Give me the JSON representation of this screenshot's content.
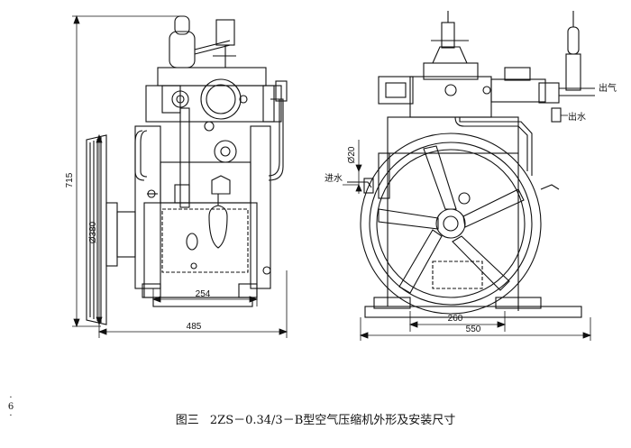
{
  "dimensions": {
    "front_height": "715",
    "front_pulley_dia": "Ø380",
    "front_base_width": "254",
    "front_total_width": "485",
    "side_pipe_dia": "Ø20",
    "side_base_width": "260",
    "side_total_width": "550"
  },
  "labels": {
    "air_out": "出气",
    "water_out": "出水",
    "water_in": "进水"
  },
  "caption": {
    "figure_no": "图三",
    "text": "2ZS－0.34/3－B型空气压缩机外形及安装尺寸"
  },
  "page_number": "· 6 ·"
}
